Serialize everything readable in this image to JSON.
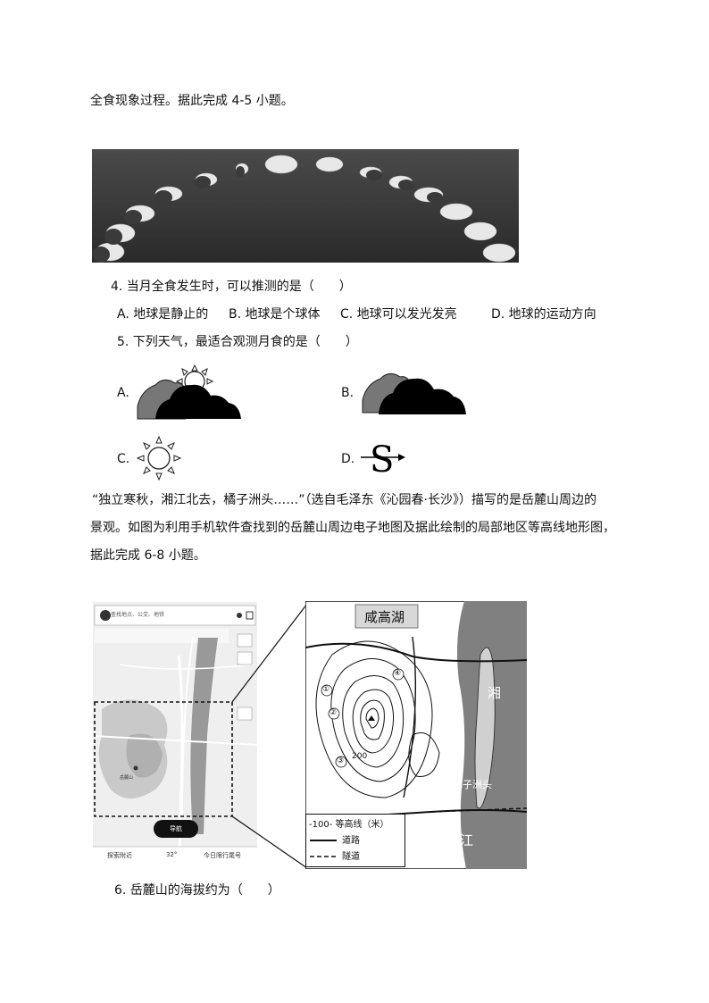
{
  "intro_line": "全食现象过程。据此完成 4-5 小题。",
  "q4": {
    "stem": "4.  当月全食发生时，可以推测的是（　　）",
    "options": [
      "A. 地球是静止的",
      "B. 地球是个球体",
      "C. 地球可以发光发亮",
      "D. 地球的运动方向"
    ]
  },
  "q5": {
    "stem": "5.  下列天气，最适合观测月食的是（　　）",
    "labels": [
      "A.",
      "B.",
      "C.",
      "D."
    ],
    "icon_names": [
      "partly-cloudy-icon",
      "cloudy-icon",
      "sunny-icon",
      "sandstorm-icon"
    ]
  },
  "passage": {
    "line1": "“独立寒秋，湘江北去，橘子洲头……”（选自毛泽东《沁园春·长沙》）描写的是岳麓山周边的",
    "line2": "景观。如图为利用手机软件查找到的岳麓山周边电子地图及据此绘制的局部地区等高线地形图，",
    "line3": "据此完成 6-8 小题。"
  },
  "phone_map": {
    "search_placeholder": "查找地点、公交、地铁",
    "bottom_items": [
      "探索附近",
      "32°",
      "今日限行尾号"
    ],
    "nav_button": "导航"
  },
  "contour_map": {
    "lake_label": "咸高湖",
    "river_label_1": "湘",
    "river_label_2": "江",
    "island_label": "橘子洲头",
    "contour_value": "200",
    "point_labels": [
      "①",
      "②",
      "③",
      "④"
    ],
    "legend": {
      "contour": "-100- 等高线（米）",
      "road": "道路",
      "tunnel": "隧道"
    }
  },
  "q6": {
    "stem": "6.  岳麓山的海拔约为（　　）"
  }
}
